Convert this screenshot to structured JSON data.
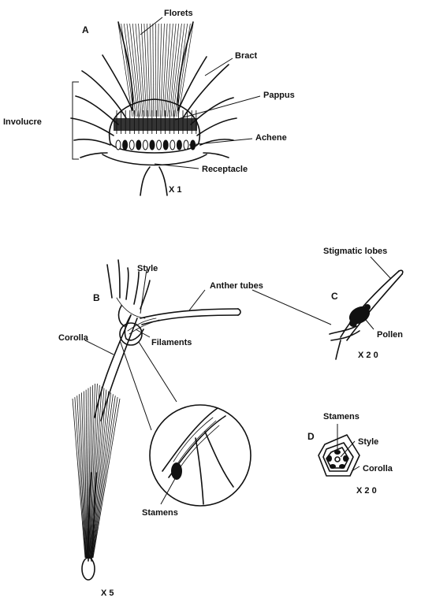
{
  "panels": {
    "a": {
      "letter": "A",
      "scale": "X 1"
    },
    "b": {
      "letter": "B",
      "scale": "X 5"
    },
    "c": {
      "letter": "C",
      "scale": "X 2 0"
    },
    "d": {
      "letter": "D",
      "scale": "X 2 0"
    }
  },
  "labels": {
    "florets": "Florets",
    "bract": "Bract",
    "pappus": "Pappus",
    "involucre": "Involucre",
    "achene": "Achene",
    "receptacle": "Receptacle",
    "style_b": "Style",
    "anther_tubes": "Anther tubes",
    "corolla_b": "Corolla",
    "filaments": "Filaments",
    "stamens_b": "Stamens",
    "stigmatic_lobes": "Stigmatic lobes",
    "pollen": "Pollen",
    "stamens_d": "Stamens",
    "style_d": "Style",
    "corolla_d": "Corolla"
  }
}
